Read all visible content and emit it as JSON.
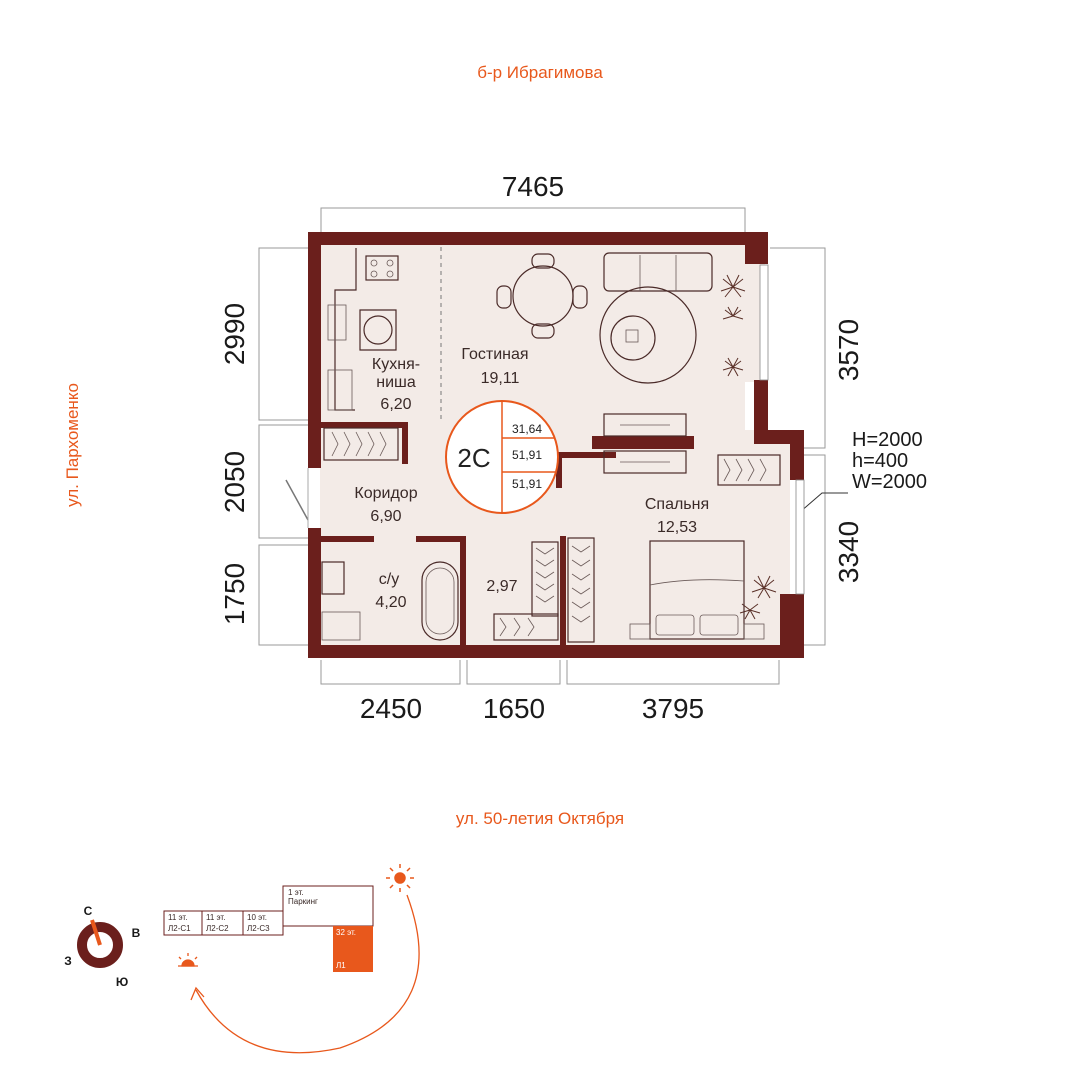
{
  "streets": {
    "north": "б-р Ибрагимова",
    "west": "ул. Пархоменко",
    "south": "ул. 50-летия Октября"
  },
  "dimensions": {
    "top": "7465",
    "left_1": "2990",
    "left_2": "2050",
    "left_3": "1750",
    "right_1": "3570",
    "right_2": "3340",
    "bottom_1": "2450",
    "bottom_2": "1650",
    "bottom_3": "3795"
  },
  "window_specs": {
    "H": "H=2000",
    "h": "h=400",
    "W": "W=2000"
  },
  "rooms": {
    "kitchen_name_1": "Кухня-",
    "kitchen_name_2": "ниша",
    "kitchen_area": "6,20",
    "living_name": "Гостиная",
    "living_area": "19,11",
    "corridor_name": "Коридор",
    "corridor_area": "6,90",
    "bedroom_name": "Спальня",
    "bedroom_area": "12,53",
    "bathroom_name": "с/у",
    "bathroom_area": "4,20",
    "storage_area": "2,97"
  },
  "apartment": {
    "type": "2С",
    "area_living": "31,64",
    "area_total": "51,91",
    "area_total_2": "51,91"
  },
  "compass": {
    "n": "С",
    "e": "В",
    "s": "Ю",
    "w": "З"
  },
  "site_plan": {
    "b1_floors": "11 эт.",
    "b1_name": "Л2-С1",
    "b2_floors": "11 эт.",
    "b2_name": "Л2-С2",
    "b3_floors": "10 эт.",
    "b3_name": "Л2-С3",
    "parking_floors": "1 эт.",
    "parking_name": "Паркинг",
    "tower_floors": "32 эт.",
    "tower_name": "Л1"
  },
  "colors": {
    "wall": "#6b1f1c",
    "floor": "#f3ebe7",
    "accent": "#e8581c",
    "dimension_line": "#888888"
  }
}
